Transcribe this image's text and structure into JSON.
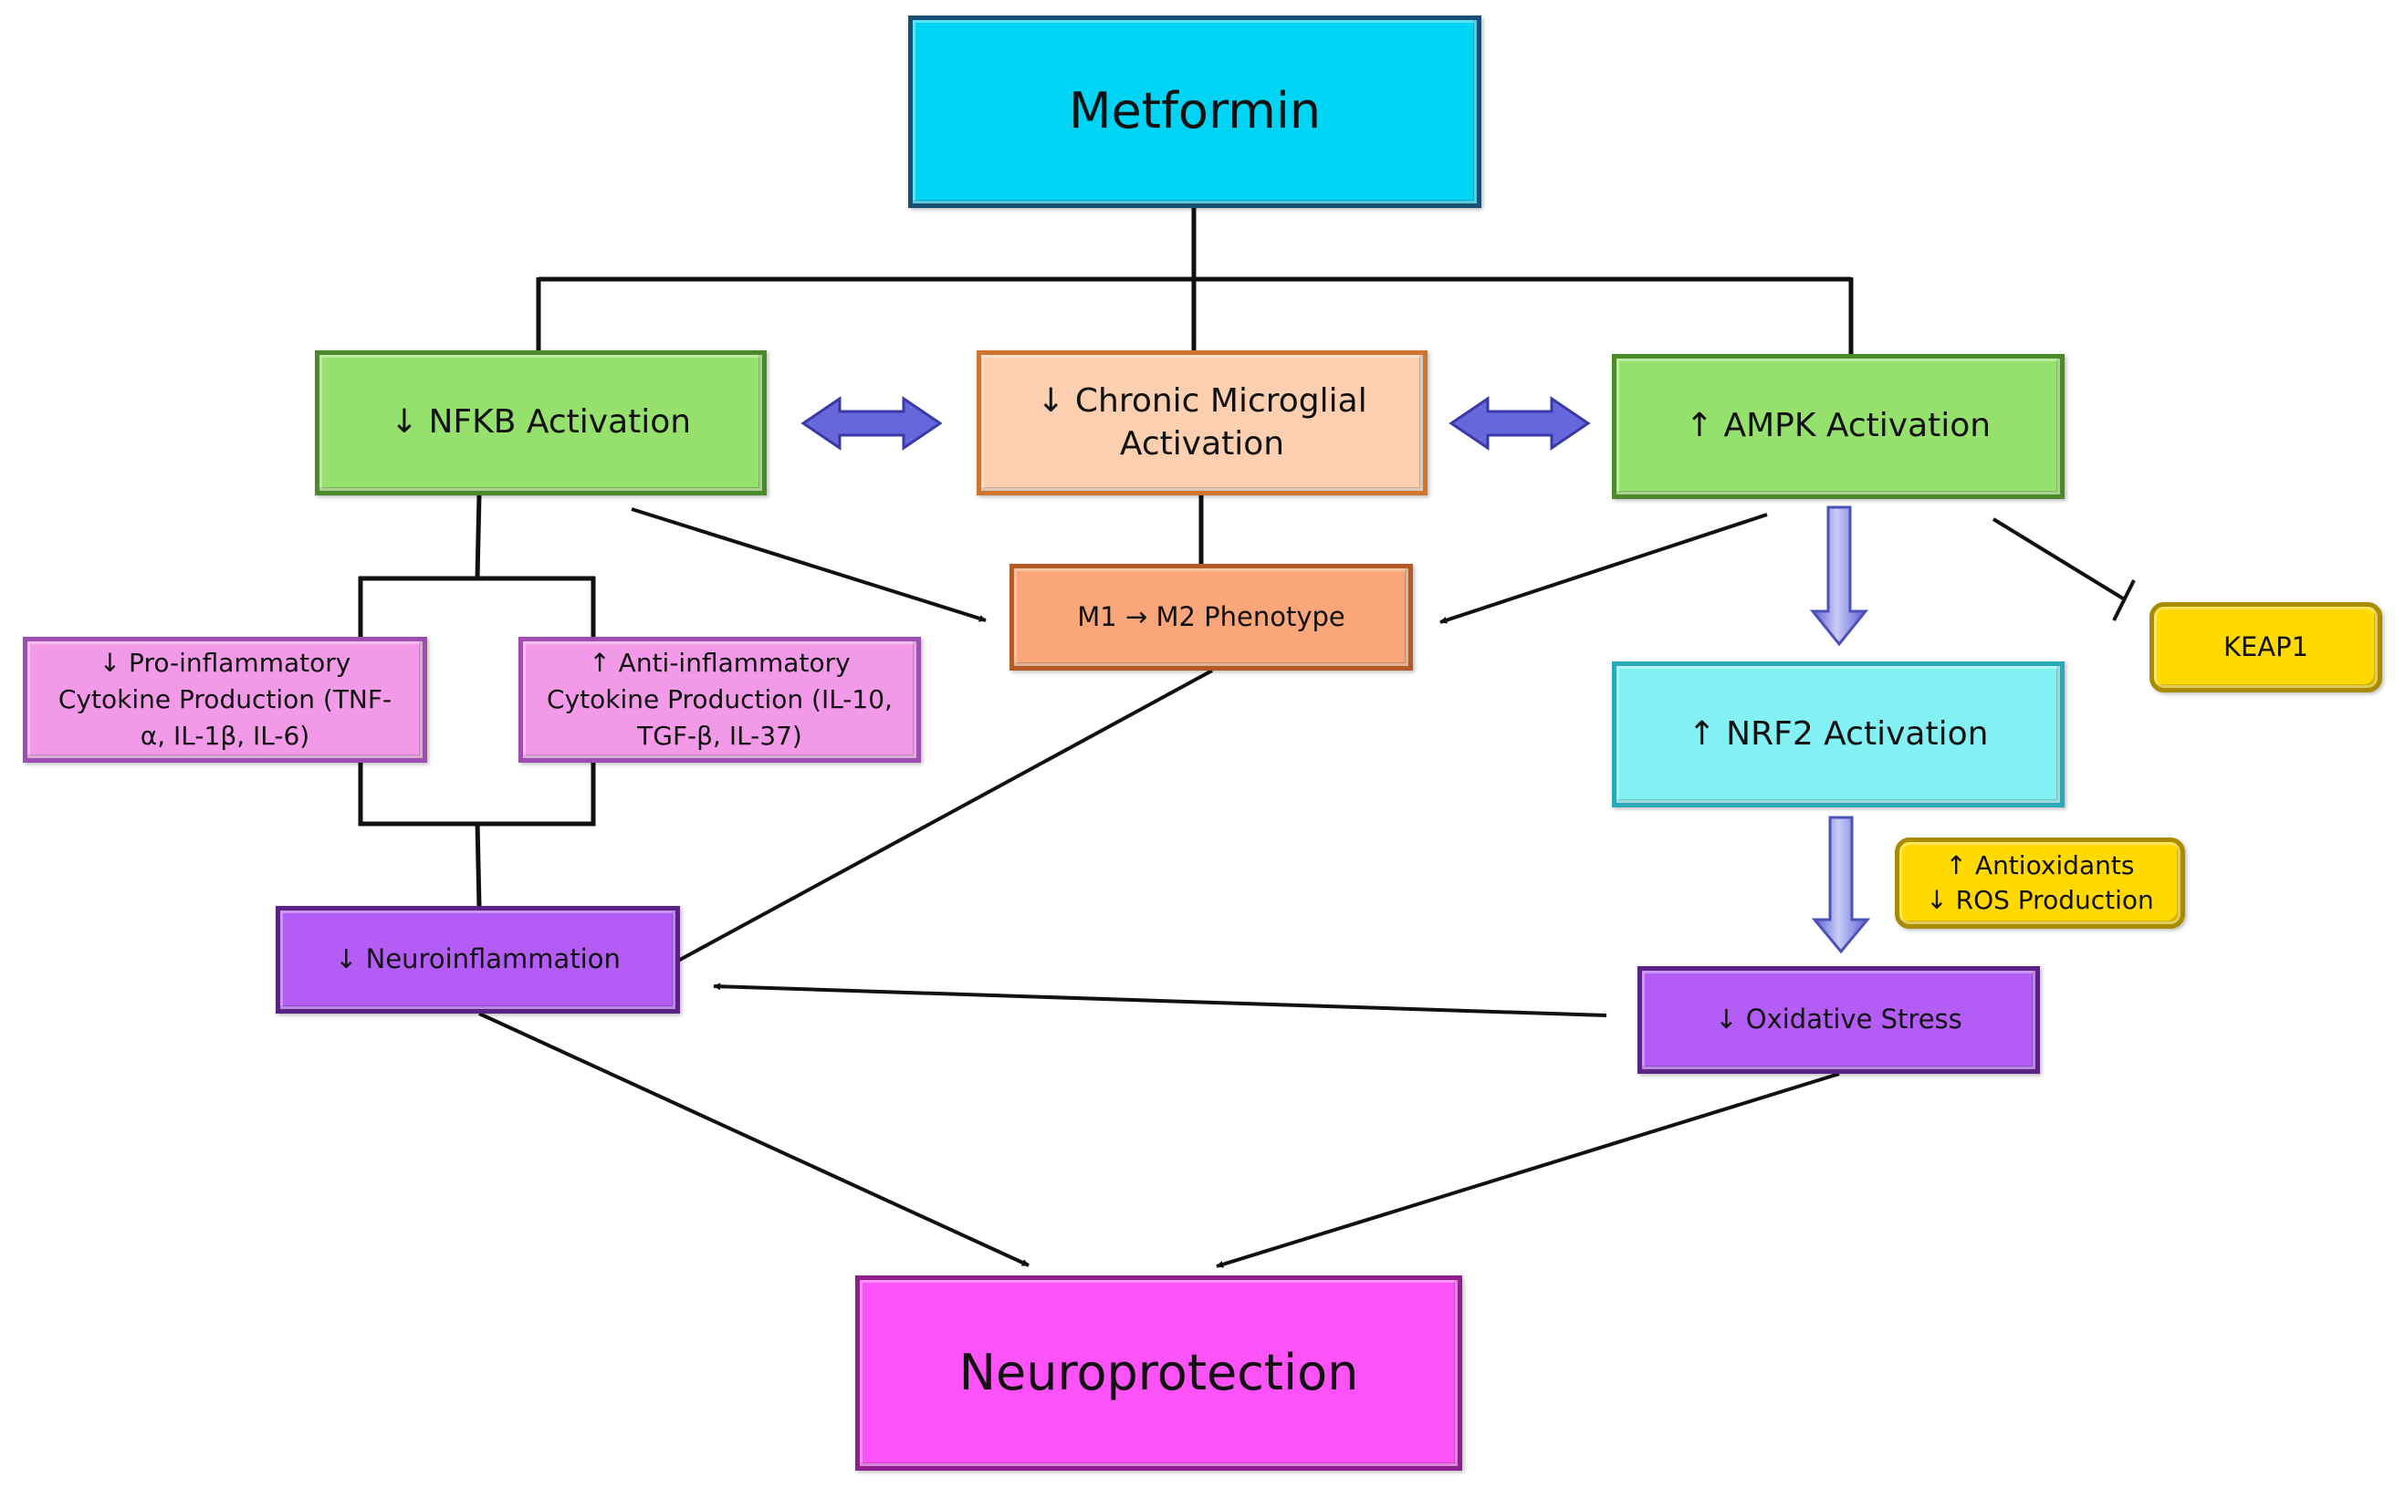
{
  "nodes": {
    "metformin": {
      "label": "Metformin",
      "fill": "#00d4f5",
      "border": "#1a4f74"
    },
    "nfkb": {
      "label": "↓ NFKB Activation",
      "fill": "#96e06d",
      "border": "#4a8a2b"
    },
    "microglial": {
      "label": "↓ Chronic Microglial\nActivation",
      "fill": "#fbcfb0",
      "border": "#d0752f"
    },
    "ampk": {
      "label": "↑ AMPK Activation",
      "fill": "#96e06d",
      "border": "#4a8a2b"
    },
    "pro_cytokine": {
      "label": "↓ Pro-inflammatory\nCytokine Production (TNF-\nα, IL-1β, IL-6)",
      "fill": "#f29ae8",
      "border": "#9e4db1"
    },
    "anti_cytokine": {
      "label": "↑ Anti-inflammatory\nCytokine Production (IL-10,\nTGF-β, IL-37)",
      "fill": "#f29ae8",
      "border": "#9e4db1"
    },
    "m1m2": {
      "label": "M1 → M2 Phenotype",
      "fill": "#f9a77a",
      "border": "#b35b25"
    },
    "keap1": {
      "label": "KEAP1",
      "fill": "#ffd900",
      "border": "#a98b00"
    },
    "nrf2": {
      "label": "↑ NRF2 Activation",
      "fill": "#83f1f4",
      "border": "#2aa9b8"
    },
    "antioxidants": {
      "label": "↑ Antioxidants\n↓ ROS Production",
      "fill": "#ffd900",
      "border": "#a98b00"
    },
    "neuroinflammation": {
      "label": "↓ Neuroinflammation",
      "fill": "#b45cf6",
      "border": "#5a2284"
    },
    "oxidative": {
      "label": "↓ Oxidative Stress",
      "fill": "#b45cf6",
      "border": "#5a2284"
    },
    "neuroprotection": {
      "label": "Neuroprotection",
      "fill": "#fe52f9",
      "border": "#8e1f8b"
    }
  },
  "edges": [
    {
      "from": "metformin",
      "to": "nfkb",
      "style": "line"
    },
    {
      "from": "metformin",
      "to": "microglial",
      "style": "line"
    },
    {
      "from": "metformin",
      "to": "ampk",
      "style": "line"
    },
    {
      "from": "nfkb",
      "to": "microglial",
      "style": "double-arrow"
    },
    {
      "from": "microglial",
      "to": "ampk",
      "style": "double-arrow"
    },
    {
      "from": "microglial",
      "to": "m1m2",
      "style": "line"
    },
    {
      "from": "nfkb",
      "to": "m1m2",
      "style": "arrow"
    },
    {
      "from": "ampk",
      "to": "m1m2",
      "style": "arrow"
    },
    {
      "from": "ampk",
      "to": "nrf2",
      "style": "block-arrow"
    },
    {
      "from": "ampk",
      "to": "keap1",
      "style": "inhibit"
    },
    {
      "from": "nrf2",
      "to": "oxidative",
      "style": "block-arrow"
    },
    {
      "from": "nfkb",
      "to": "pro_cytokine",
      "style": "bracket"
    },
    {
      "from": "nfkb",
      "to": "anti_cytokine",
      "style": "bracket"
    },
    {
      "from": "pro_cytokine",
      "to": "neuroinflammation",
      "style": "bracket"
    },
    {
      "from": "anti_cytokine",
      "to": "neuroinflammation",
      "style": "bracket"
    },
    {
      "from": "m1m2",
      "to": "neuroinflammation",
      "style": "line"
    },
    {
      "from": "oxidative",
      "to": "neuroinflammation",
      "style": "arrow"
    },
    {
      "from": "neuroinflammation",
      "to": "neuroprotection",
      "style": "arrow"
    },
    {
      "from": "oxidative",
      "to": "neuroprotection",
      "style": "arrow"
    }
  ]
}
